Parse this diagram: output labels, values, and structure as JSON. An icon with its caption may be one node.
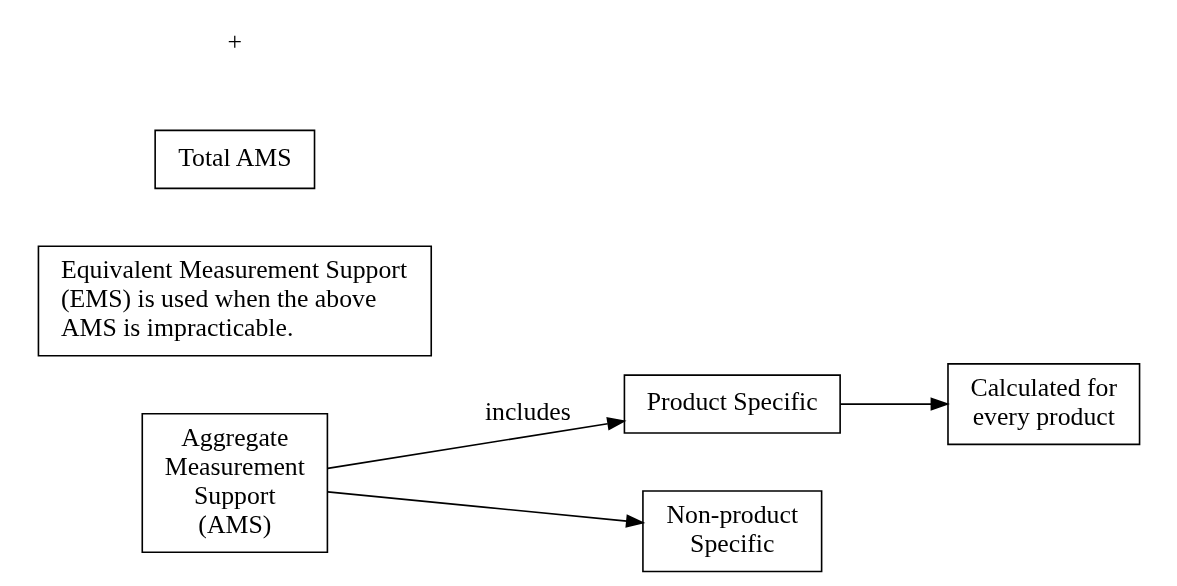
{
  "diagram": {
    "nodes": [
      {
        "text": [
          "Aggregate Measurement Support (AMS)"
        ]
      },
      {
        "text": [
          "Product Specific"
        ]
      },
      {
        "text": [
          "Non-product Specific"
        ]
      },
      {
        "text": [
          "Calculated for every product"
        ]
      },
      {
        "text": [
          "Equivalent Measurement Support (EMS) is used when the above AMS is impracticable."
        ]
      },
      {
        "text": [
          "Total AMS"
        ]
      }
    ],
    "edges": [
      {
        "from": 0,
        "to": 1,
        "arrow": "to",
        "label": "includes"
      },
      {
        "from": 0,
        "to": 2,
        "arrow": "to"
      },
      {
        "from": 1,
        "to": 3,
        "arrow": "to"
      }
    ],
    "labels": [
      "+"
    ]
  }
}
